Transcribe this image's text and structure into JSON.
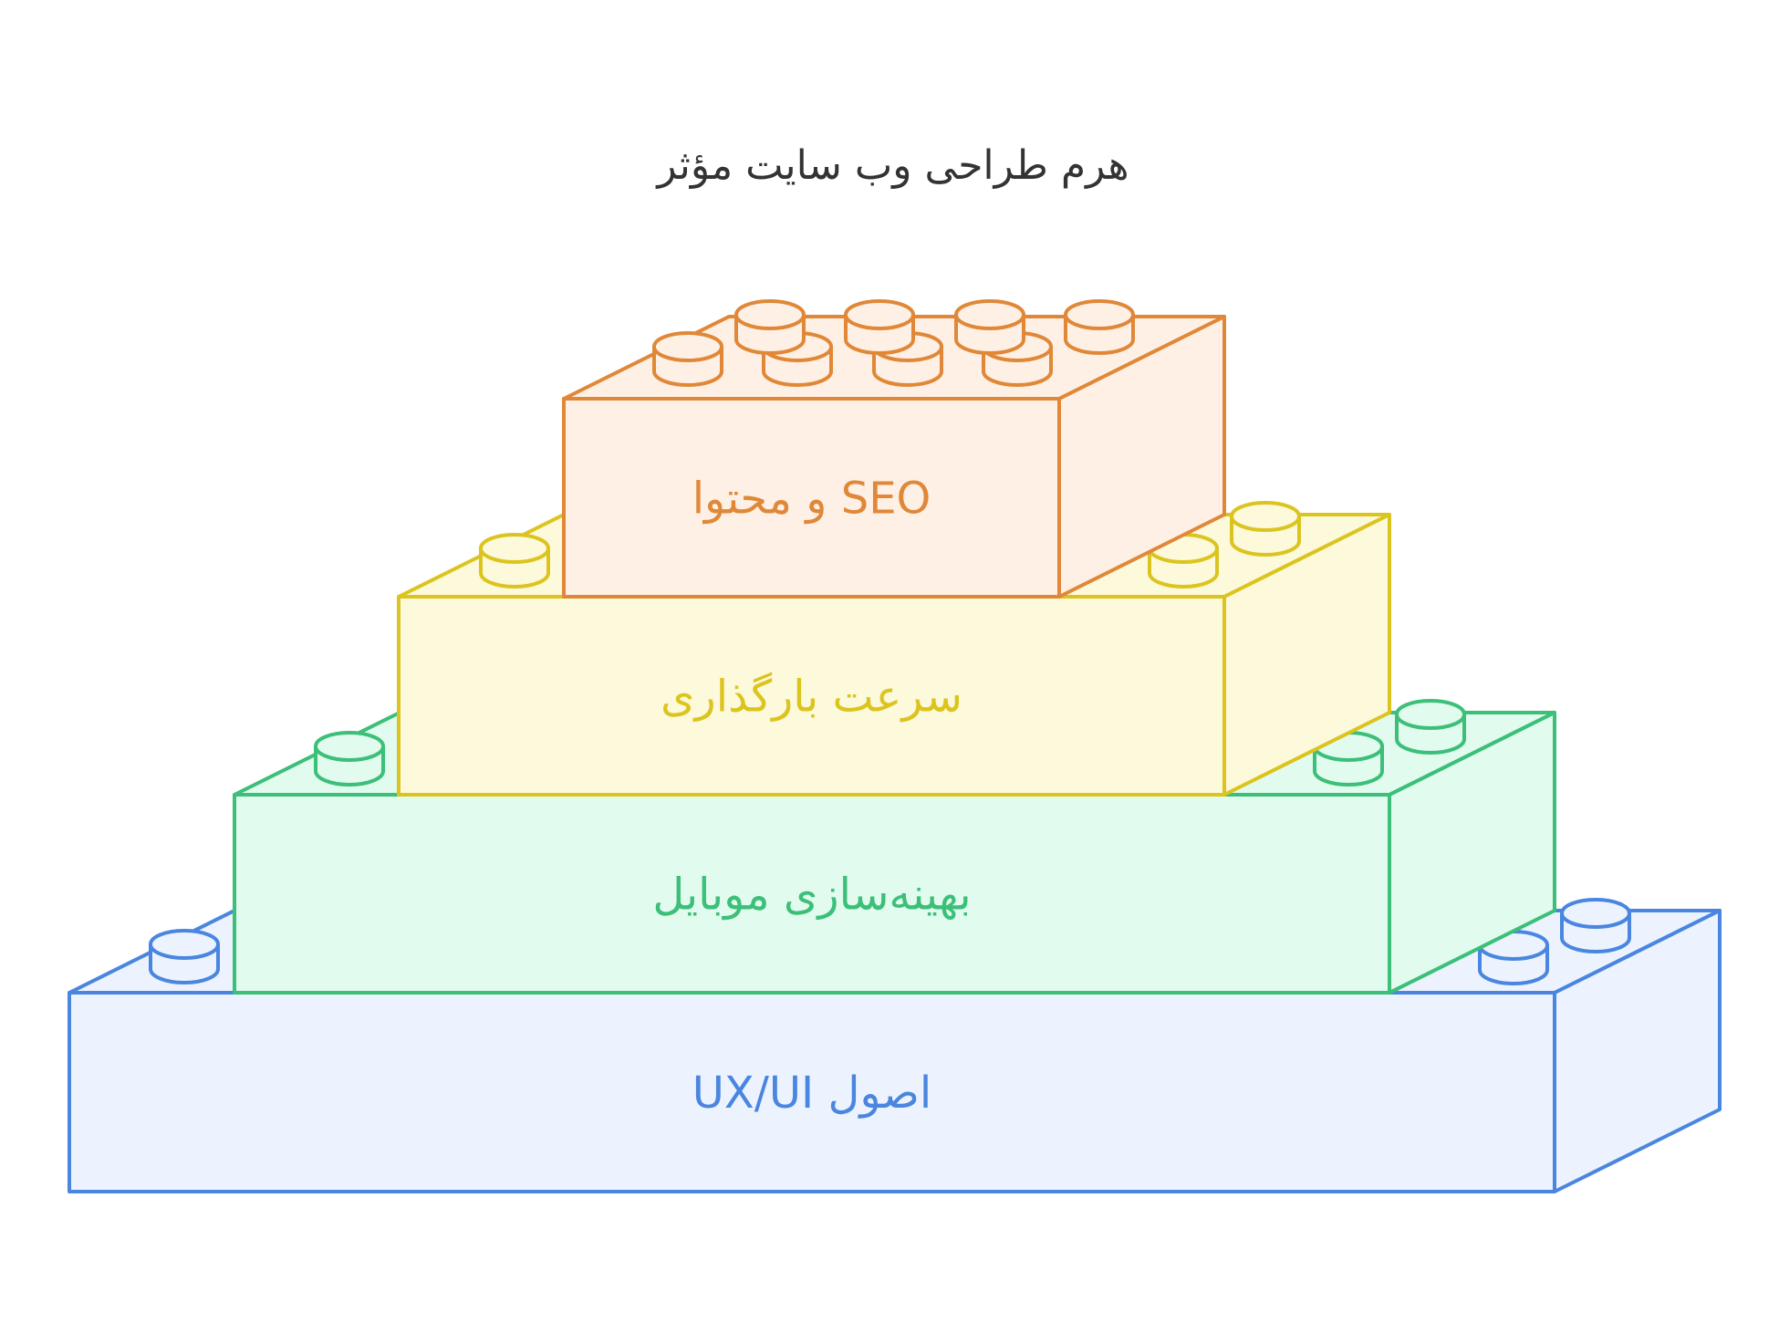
{
  "diagram": {
    "title": "هرم طراحی وب سایت مؤثر",
    "layers": [
      {
        "label": "اصول UX/UI",
        "stroke": "#4a86e0",
        "front_fill": "#ecf3fe",
        "side_fill": "#ecf3fe",
        "top_fill": "#ecf3fe"
      },
      {
        "label": "بهینه‌سازی موبایل",
        "stroke": "#3cbf78",
        "front_fill": "#e1fbee",
        "side_fill": "#e1fbee",
        "top_fill": "#e1fbee"
      },
      {
        "label": "سرعت بارگذاری",
        "stroke": "#dcc41e",
        "front_fill": "#fdf9db",
        "side_fill": "#fdf9db",
        "top_fill": "#fdf9db"
      },
      {
        "label": "SEO و محتوا",
        "stroke": "#e08838",
        "front_fill": "#fef0e5",
        "side_fill": "#fef0e5",
        "top_fill": "#fef0e5"
      }
    ]
  }
}
